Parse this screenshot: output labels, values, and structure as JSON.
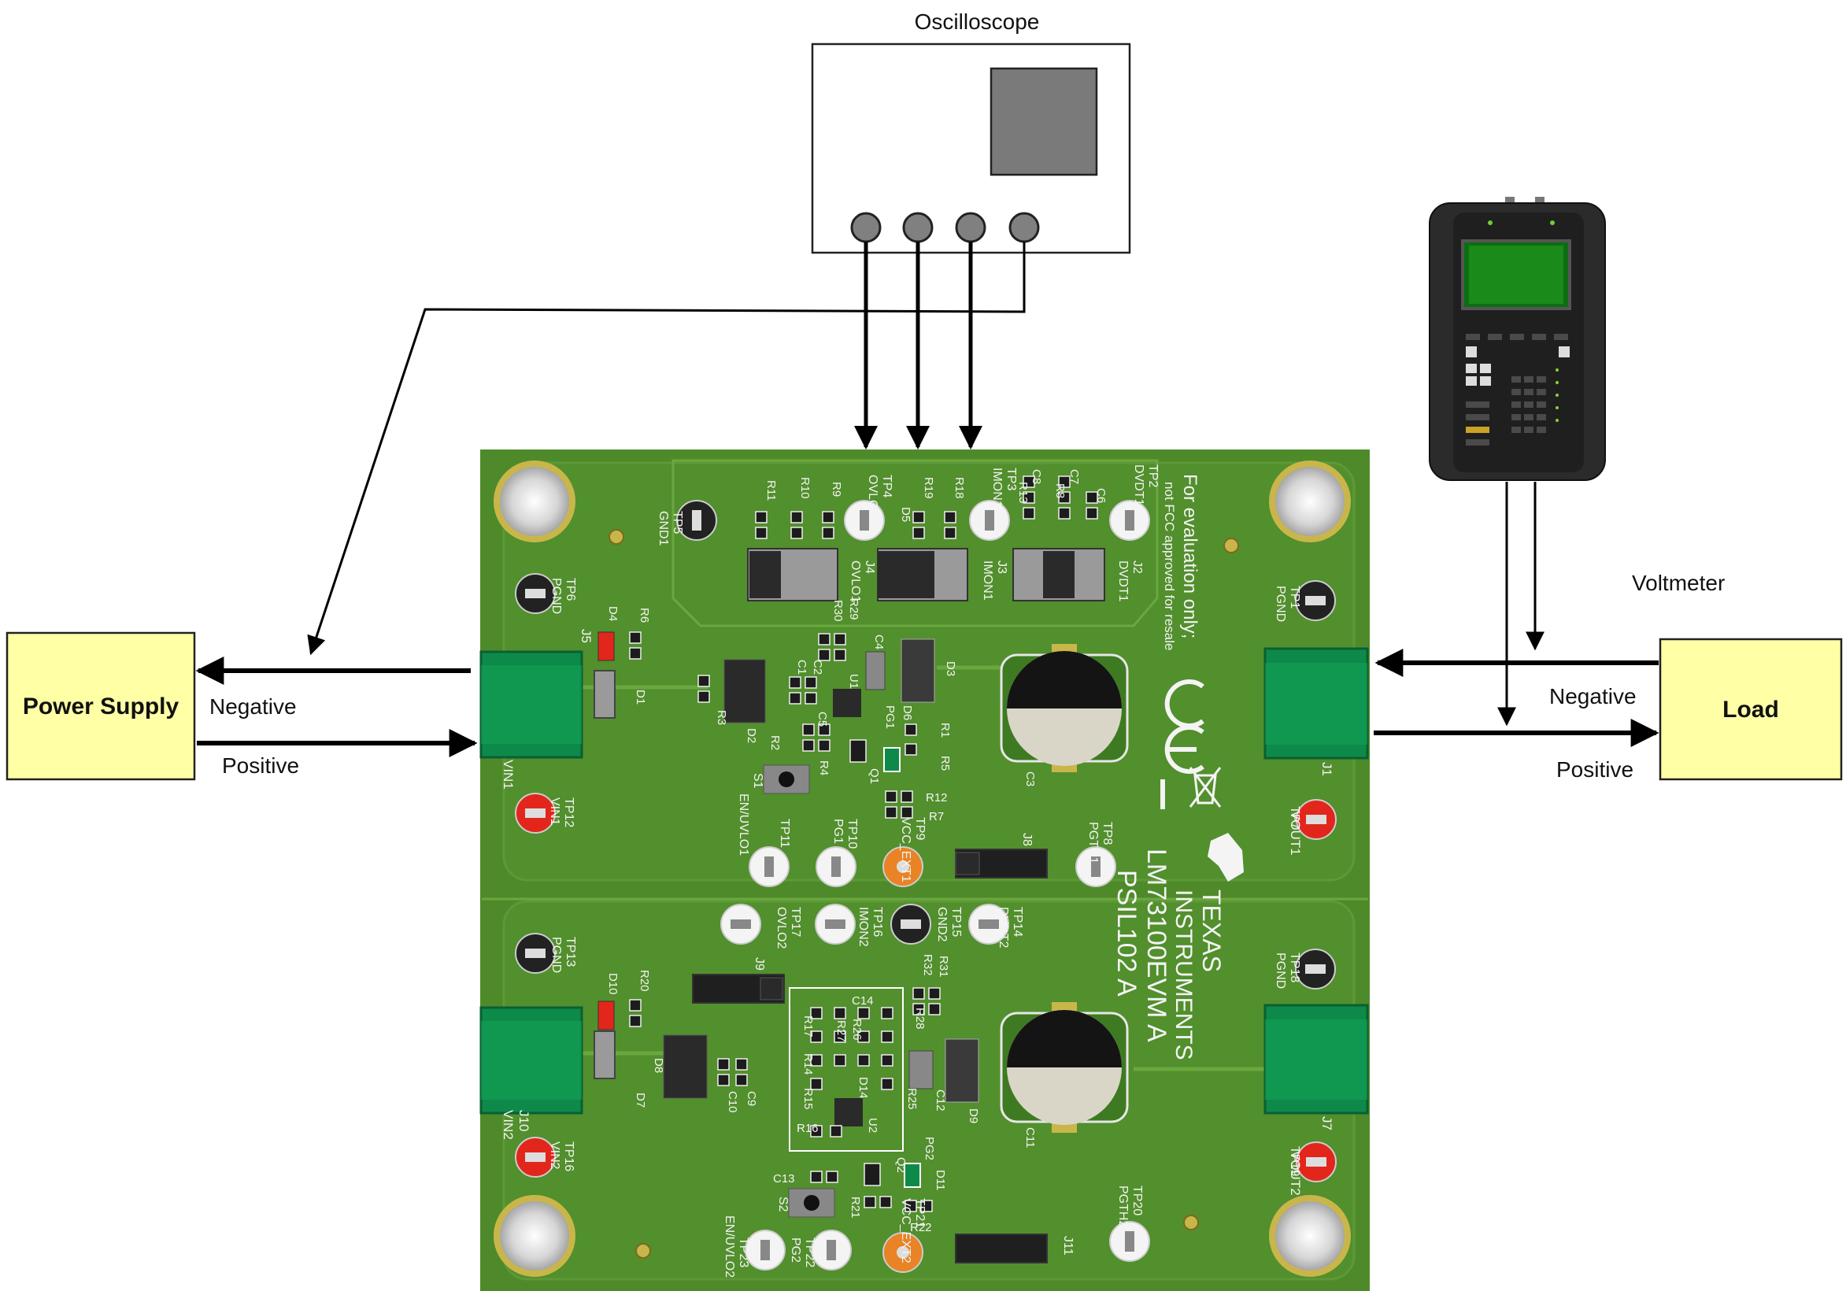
{
  "instruments": {
    "oscilloscope": {
      "label": "Oscilloscope",
      "channel_count": 4
    },
    "voltmeter": {
      "label": "Voltmeter"
    },
    "power_supply": {
      "label": "Power Supply"
    },
    "load": {
      "label": "Load"
    }
  },
  "connections": {
    "supply_negative": "Negative",
    "supply_positive": "Positive",
    "load_negative": "Negative",
    "load_positive": "Positive"
  },
  "board": {
    "title": "LM73100EVM A",
    "part": "PSIL102 A",
    "brand_line1": "TEXAS",
    "brand_line2": "INSTRUMENTS",
    "eval_notice": "For evaluation only;",
    "fcc_notice": "not FCC approved for resale",
    "ce_mark": "CE",
    "colors": {
      "pcb": "#4f8a2a",
      "pad": "#0d8a4a",
      "accent_red": "#e3261b",
      "accent_orange": "#e98325"
    },
    "connectors": {
      "vin1": "VIN1",
      "j5": "J5",
      "vout1": "VOUT1",
      "j1": "J1",
      "vin2": "VIN2",
      "j10": "J10",
      "vout2": "VOUT2",
      "j7": "J7"
    },
    "testpoints": {
      "tp1": "TP1",
      "pgnd": "PGND",
      "tp2": "TP2",
      "dvdt1": "DVDT1",
      "tp3": "TP3",
      "imon1": "IMON1",
      "tp4": "TP4",
      "ovlo1": "OVLO1",
      "tp5": "TP5",
      "gnd1": "GND1",
      "tp6": "TP6",
      "tp7": "TP7",
      "tp8": "TP8",
      "pgth1": "PGTH1",
      "tp9": "TP9",
      "vcc_ext1": "VCC_EXT1",
      "tp10": "TP10",
      "pg1": "PG1",
      "tp11": "TP11",
      "en_uvlo1": "EN/UVLO1",
      "tp12": "TP12",
      "tp13": "TP13",
      "tp14": "TP14",
      "dvdt2": "DVDT2",
      "tp15": "TP15",
      "gnd2": "GND2",
      "tp16": "TP16",
      "imon2": "IMON2",
      "tp17": "TP17",
      "ovlo2": "OVLO2",
      "tp18": "TP18",
      "tp19": "TP19",
      "tp20": "TP20",
      "pgth2": "PGTH2",
      "tp21": "TP21",
      "vcc_ext2": "VCC_EXT2",
      "tp22": "TP22",
      "pg2": "PG2",
      "tp23": "TP23",
      "en_uvlo2": "EN/UVLO2",
      "tp16b": "TP16",
      "vin2b": "VIN2"
    },
    "jumpers": {
      "j2": "J2",
      "j3": "J3",
      "j4": "J4",
      "j8": "J8",
      "j9": "J9",
      "j11": "J11"
    },
    "parts": {
      "r1": "R1",
      "r2": "R2",
      "r3": "R3",
      "r4": "R4",
      "r5": "R5",
      "r6": "R6",
      "r7": "R7",
      "r8": "R8",
      "r9": "R9",
      "r10": "R10",
      "r11": "R11",
      "r12": "R12",
      "r13": "R13",
      "r14": "R14",
      "r15": "R15",
      "r16": "R16",
      "r17": "R17",
      "r18": "R18",
      "r19": "R19",
      "r20": "R20",
      "r21": "R21",
      "r22": "R22",
      "r25": "R25",
      "r26": "R26",
      "r27": "R27",
      "r28": "R28",
      "r29": "R29",
      "r30": "R30",
      "r31": "R31",
      "r32": "R32",
      "c1": "C1",
      "c2": "C2",
      "c3": "C3",
      "c4": "C4",
      "c5": "C5",
      "c6": "C6",
      "c7": "C7",
      "c8": "C8",
      "c9": "C9",
      "c10": "C10",
      "c11": "C11",
      "c12": "C12",
      "c13": "C13",
      "c14": "C14",
      "d1": "D1",
      "d2": "D2",
      "d3": "D3",
      "d4": "D4",
      "d5": "D5",
      "d6": "D6",
      "d7": "D7",
      "d8": "D8",
      "d9": "D9",
      "d10": "D10",
      "d11": "D11",
      "d14": "D14",
      "u1": "U1",
      "u2": "U2",
      "q1": "Q1",
      "q2": "Q2",
      "s1": "S1",
      "s2": "S2"
    }
  }
}
